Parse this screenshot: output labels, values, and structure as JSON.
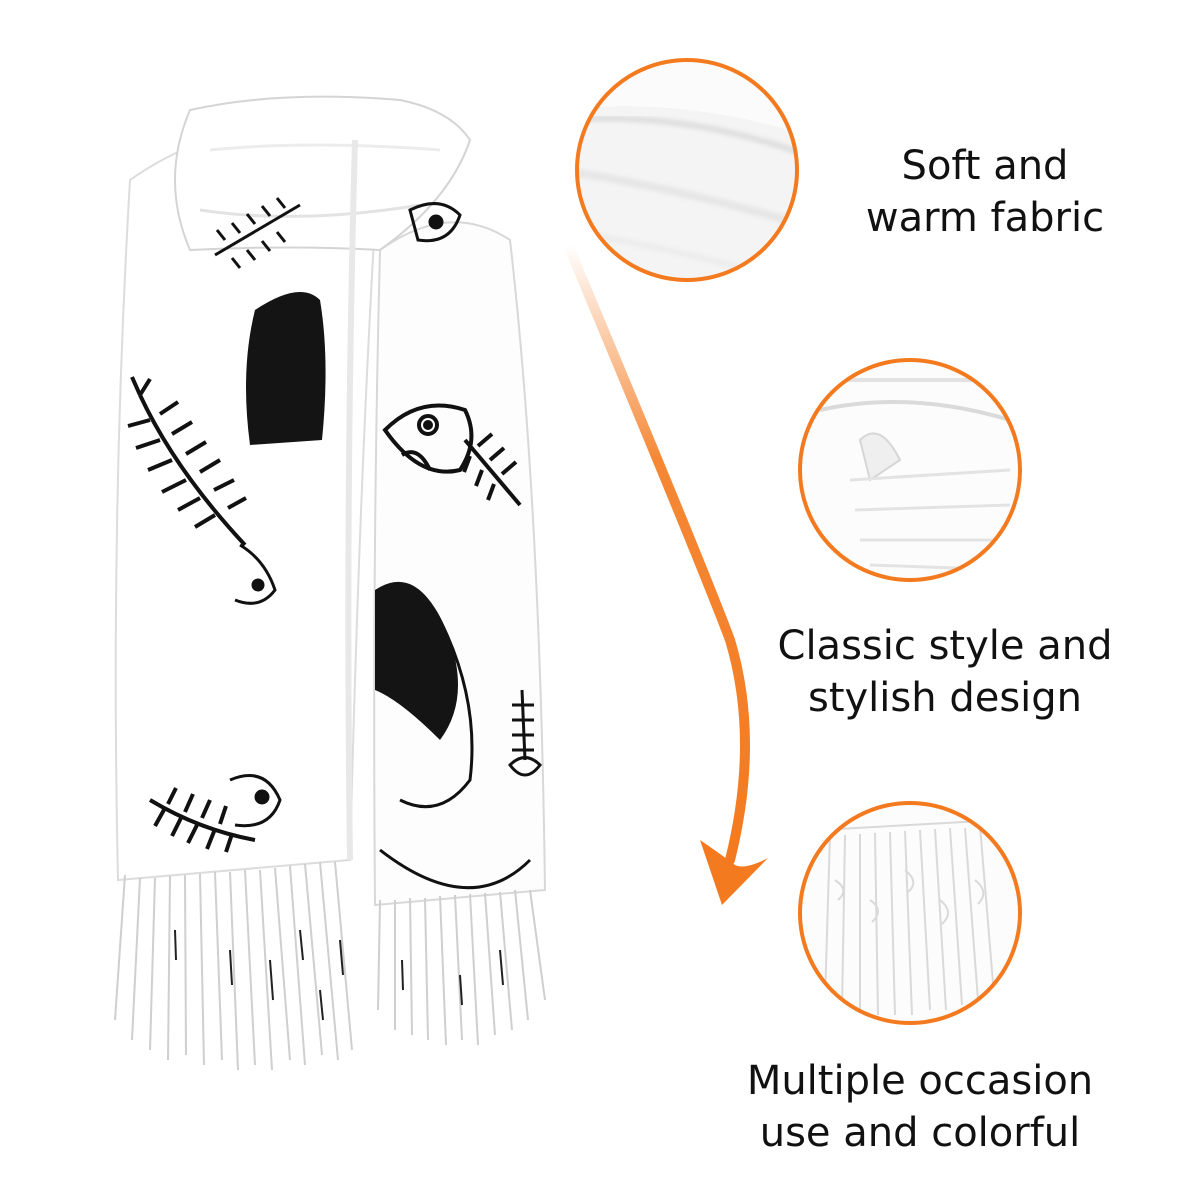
{
  "colors": {
    "accent": "#F47A1F",
    "ink": "#111111",
    "fabric": "#FFFFFF"
  },
  "features": [
    {
      "line1": "Soft and",
      "line2": "warm fabric"
    },
    {
      "line1": "Classic style and",
      "line2": "stylish design"
    },
    {
      "line1": "Multiple occasion",
      "line2": "use and colorful"
    }
  ]
}
